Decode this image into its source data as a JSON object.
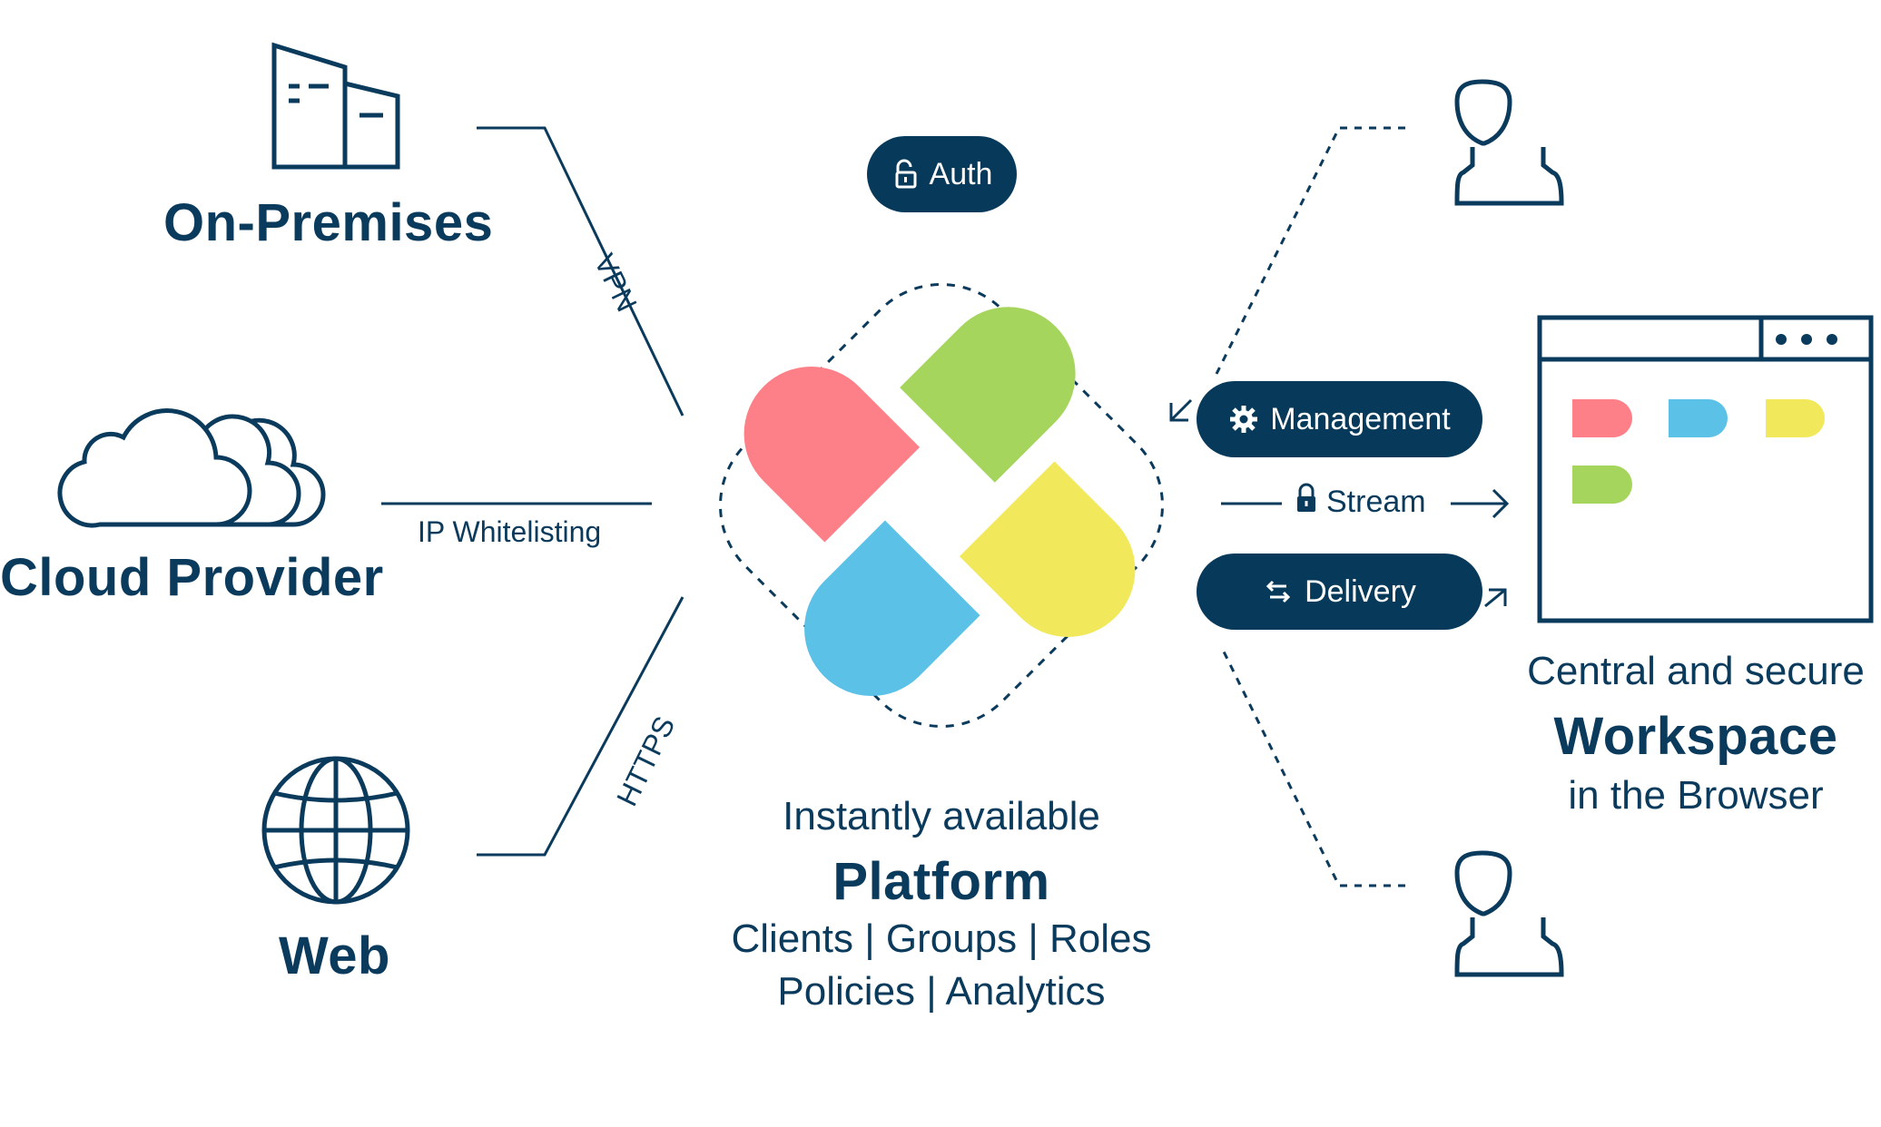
{
  "sources": {
    "on_premises": {
      "label": "On-Premises",
      "connection": "VPN",
      "icon": "building-icon"
    },
    "cloud_provider": {
      "label": "Cloud Provider",
      "connection": "IP Whitelisting",
      "icon": "cloud-icon"
    },
    "web": {
      "label": "Web",
      "connection": "HTTPS",
      "icon": "globe-icon"
    }
  },
  "platform": {
    "subtitle": "Instantly available",
    "title": "Platform",
    "line1": "Clients | Groups | Roles",
    "line2": "Policies | Analytics"
  },
  "pills": {
    "auth": "Auth",
    "management": "Management",
    "stream": "Stream",
    "delivery": "Delivery"
  },
  "workspace": {
    "subtitle": "Central and secure",
    "title": "Workspace",
    "caption": "in the Browser"
  },
  "colors": {
    "navy": "#073a5a",
    "green": "#a6d55d",
    "yellow": "#f1e85c",
    "red": "#fd7f87",
    "blue": "#5bc1e7"
  }
}
